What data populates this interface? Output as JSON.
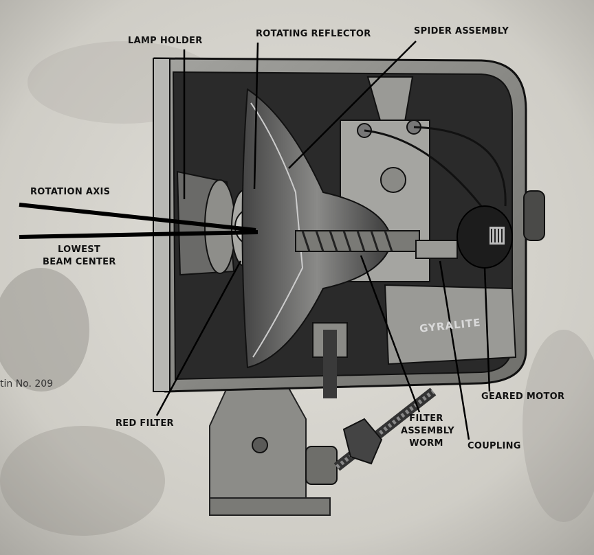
{
  "labels": {
    "lamp_holder": "LAMP HOLDER",
    "rotating_reflector": "ROTATING REFLECTOR",
    "spider_assembly": "SPIDER ASSEMBLY",
    "rotation_axis": "ROTATION AXIS",
    "lowest_beam_center_1": "LOWEST",
    "lowest_beam_center_2": "BEAM CENTER",
    "red_filter": "RED FILTER",
    "filter_assembly_worm_1": "FILTER",
    "filter_assembly_worm_2": "ASSEMBLY",
    "filter_assembly_worm_3": "WORM",
    "coupling": "COUPLING",
    "geared_motor": "GEARED MOTOR"
  },
  "brand_mark": "GYRALITE",
  "bulletin_fragment": "tin No. 209",
  "colors": {
    "paper": "#d8d6d0",
    "housing": "#8e8e8a",
    "interior": "#2a2a2a",
    "line": "#000000"
  }
}
